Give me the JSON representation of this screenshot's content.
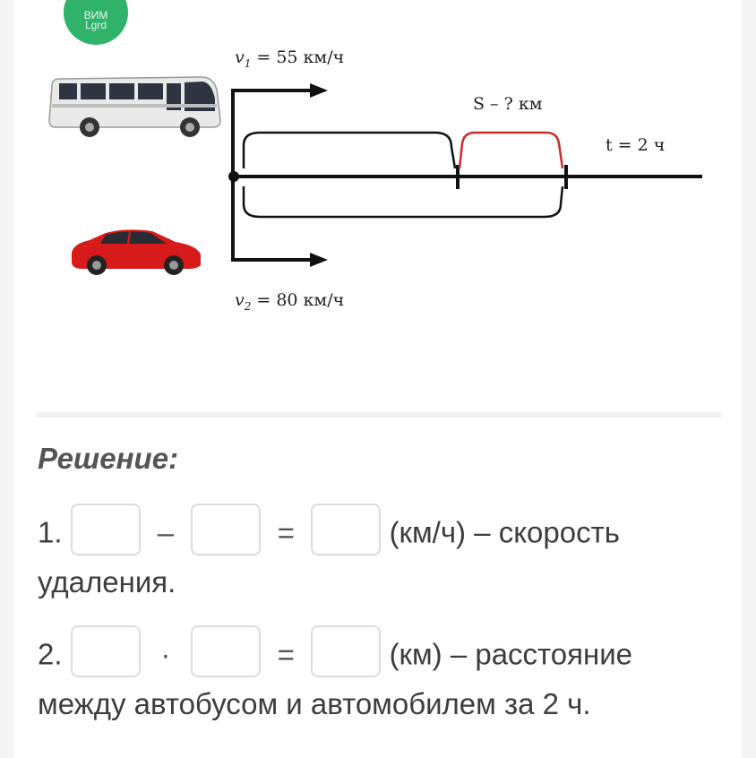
{
  "logo": {
    "line1": "ВИМ",
    "line2": "Lgrd"
  },
  "diagram": {
    "v1_label": "v",
    "v1_sub": "1",
    "v1_value": "= 55 км/ч",
    "v2_label": "v",
    "v2_sub": "2",
    "v2_value": "= 80 км/ч",
    "s_label": "S – ? км",
    "t_label": "t = 2 ч",
    "colors": {
      "line": "#111111",
      "highlight": "#cc2a2a",
      "car": "#d71a1a",
      "bus": "#e9e9e9"
    }
  },
  "solution": {
    "title": "Решение:",
    "step1": {
      "number": "1.",
      "op1": "–",
      "op2": "=",
      "tail": "(км/ч) – скорость удаления."
    },
    "step2": {
      "number": "2.",
      "op1": "·",
      "op2": "=",
      "tail": "(км) – расстояние между автобусом и автомобилем за 2 ч."
    }
  }
}
